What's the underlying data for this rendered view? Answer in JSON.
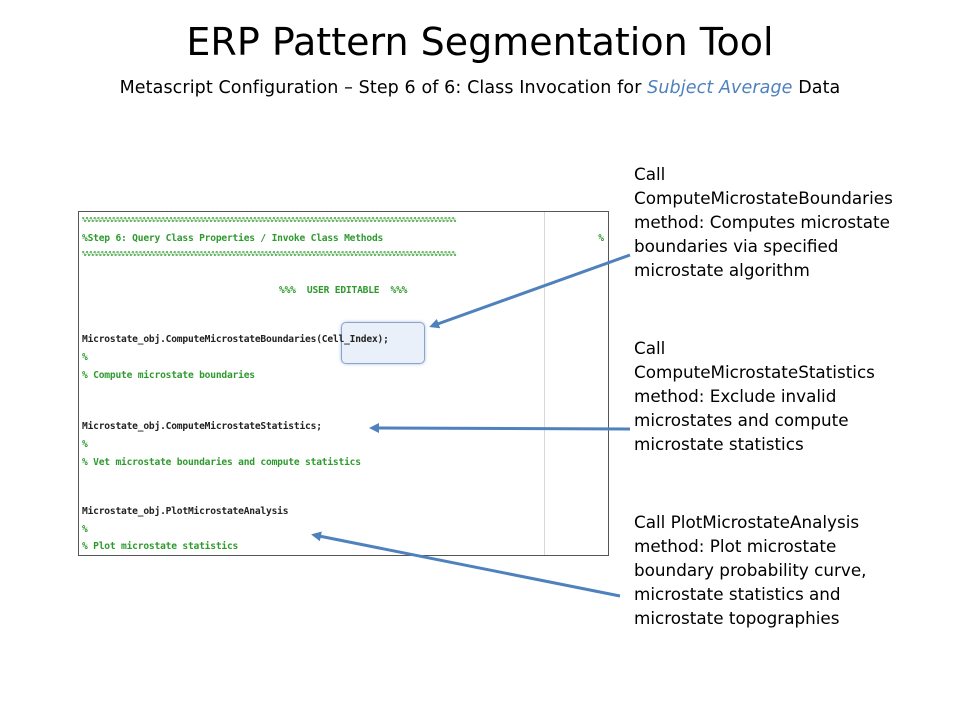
{
  "slide": {
    "title": "ERP Pattern Segmentation Tool",
    "subtitle_prefix": "Metascript Configuration – Step 6 of 6: Class Invocation for ",
    "subtitle_highlight": "Subject Average",
    "subtitle_suffix": " Data"
  },
  "code_panel": {
    "hash_line": "%%%%%%%%%%%%%%%%%%%%%%%%%%%%%%%%%%%%%%%%%%%%%%%%%%%%%%%%%%%%%%%%%%%%%%%%%%%%%%%%%%%%%%%%%%%%%%%%%%",
    "step_header": "%Step 6: Query Class Properties / Invoke Class Methods",
    "step_header_end": "%",
    "user_editable": "%%%  USER EDITABLE  %%%",
    "call_boundaries": "Microstate_obj.ComputeMicrostateBoundaries",
    "call_boundaries_arg": "(Cell_Index);",
    "comment_blank": "%",
    "comment_boundaries": "% Compute microstate boundaries",
    "call_statistics": "Microstate_obj.ComputeMicrostateStatistics;",
    "comment_statistics": "% Vet microstate boundaries and compute statistics",
    "call_plot": "Microstate_obj.PlotMicrostateAnalysis",
    "comment_plot": "% Plot microstate statistics"
  },
  "annotations": [
    {
      "lines": [
        "Call",
        "ComputeMicrostateBoundaries",
        "method: Computes microstate",
        "boundaries via specified",
        "microstate algorithm"
      ]
    },
    {
      "lines": [
        "Call",
        "ComputeMicrostateStatistics",
        "method: Exclude invalid",
        "microstates and compute",
        "microstate statistics"
      ]
    },
    {
      "lines": [
        "Call PlotMicrostateAnalysis",
        "method: Plot microstate",
        "boundary probability curve,",
        "microstate statistics and",
        "microstate topographies"
      ]
    }
  ],
  "colors": {
    "accent_blue": "#4f81bd",
    "comment_green": "#2e9a2e"
  }
}
